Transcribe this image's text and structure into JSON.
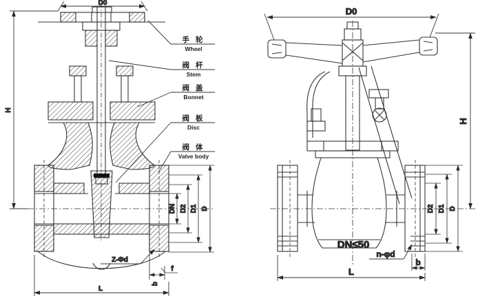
{
  "figure": {
    "subject": "Flanged gate valve engineering drawing: sectional view (left) and outline view (right)",
    "line_color": "#333333",
    "background_color": "#ffffff"
  },
  "left_view": {
    "dim_handwheel_diameter": "D0",
    "dim_height": "H",
    "dim_bore": "DN",
    "dim_raised_face_diameter": "D2",
    "dim_bolt_circle_diameter": "D1",
    "dim_flange_outer_diameter": "D",
    "dim_bolt_holes": "Z-Φd",
    "dim_flange_thickness": "b",
    "dim_raised_face_height": "f",
    "dim_face_to_face": "L",
    "callouts": [
      {
        "cn": "手 轮",
        "en": "Wheel"
      },
      {
        "cn": "阀 杆",
        "en": "Stem"
      },
      {
        "cn": "阀 盖",
        "en": "Bonnet"
      },
      {
        "cn": "阀 板",
        "en": "Disc"
      },
      {
        "cn": "阀 体",
        "en": "Valve body"
      }
    ]
  },
  "right_view": {
    "dim_handwheel_diameter": "D0",
    "dim_height": "H",
    "dim_raised_face_diameter": "D2",
    "dim_bolt_circle_diameter": "D1",
    "dim_flange_outer_diameter": "D",
    "size_note": "DN≤50",
    "dim_bolt_holes": "n-φd",
    "dim_flange_thickness": "b",
    "dim_face_to_face": "L"
  }
}
